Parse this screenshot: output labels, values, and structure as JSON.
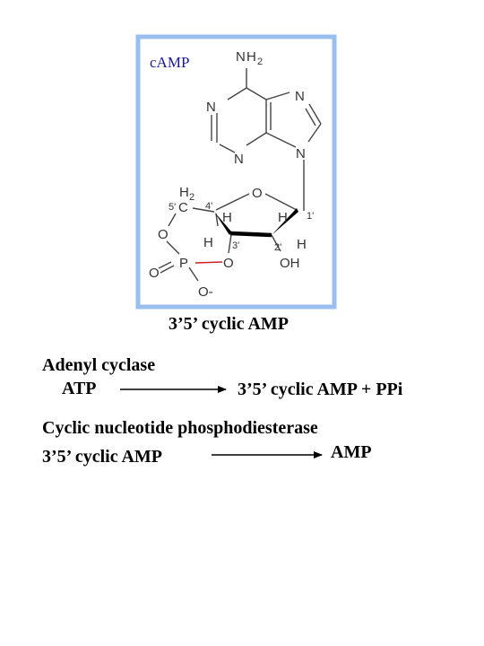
{
  "figure": {
    "label": "cAMP",
    "caption": "3’5’ cyclic AMP",
    "colors": {
      "frame": "#99bfee",
      "label": "#1a1a99",
      "phosphoester_bond": "#cc2222",
      "bond": "#444444"
    },
    "atoms": {
      "nh2_n": "N",
      "nh2_h": "H",
      "nh2_sub": "2",
      "n1": "N",
      "n3": "N",
      "n7": "N",
      "n9": "N",
      "ring_o": "O",
      "c5_h": "H",
      "c5_sub": "2",
      "c5_c": "C",
      "o5": "O",
      "p": "P",
      "p_o_double": "O",
      "o3": "O",
      "o_minus": "O-",
      "oh": "OH",
      "h_c4": "H",
      "h_c3": "H",
      "h_c1": "H",
      "h_c2": "H"
    },
    "position_labels": {
      "p5": "5'",
      "p4": "4'",
      "p3": "3'",
      "p2": "2'",
      "p1": "1'"
    }
  },
  "reactions": [
    {
      "enzyme": "Adenyl cyclase",
      "substrate": "ATP",
      "product_main": "3’5’ cyclic AMP",
      "plus": "+",
      "product_extra": "PPi"
    },
    {
      "enzyme": "Cyclic nucleotide phosphodiesterase",
      "substrate": "3’5’ cyclic AMP",
      "product": "AMP"
    }
  ]
}
